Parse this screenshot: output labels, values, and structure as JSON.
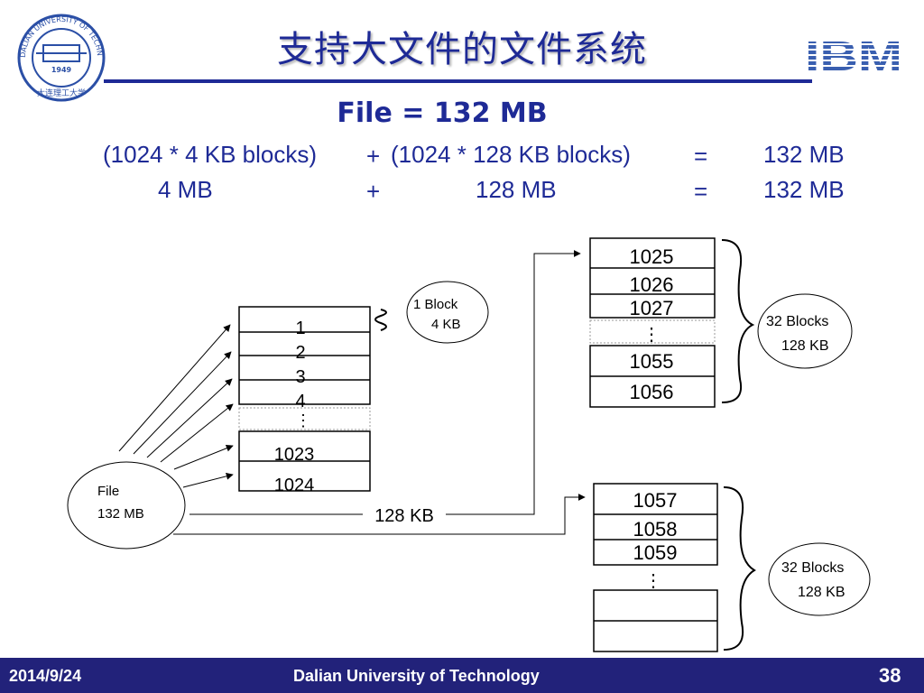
{
  "title": "支持大文件的文件系统",
  "heading": "File = 132 MB",
  "equation": {
    "row1": {
      "left": "(1024 * 4 KB blocks)",
      "op": "+",
      "middle": "(1024 * 128 KB blocks)",
      "eq": "=",
      "result": "132 MB"
    },
    "row2": {
      "left": "4 MB",
      "op": "+",
      "middle": "128 MB",
      "eq": "=",
      "result": "132 MB"
    }
  },
  "logos": {
    "left": {
      "ring_text": "DALIAN UNIVERSITY OF TECHNOLOGY",
      "year": "1949",
      "chinese": "大连理工大学"
    },
    "right": {
      "text": "IBM"
    }
  },
  "diagram": {
    "file": {
      "line1": "File",
      "line2": "132 MB"
    },
    "direct_blocks": [
      "1",
      "2",
      "3",
      "4",
      "1023",
      "1024"
    ],
    "block_note": {
      "line1": "1 Block",
      "line2": "4 KB"
    },
    "pointer_label": "128 KB",
    "group1": {
      "blocks": [
        "1025",
        "1026",
        "1027",
        "1055",
        "1056"
      ],
      "note_line1": "32 Blocks",
      "note_line2": "128 KB"
    },
    "group2": {
      "blocks": [
        "1057",
        "1058",
        "1059"
      ],
      "note_line1": "32 Blocks",
      "note_line2": "128 KB"
    },
    "ellipsis": "⋮"
  },
  "footer": {
    "date": "2014/9/24",
    "institution": "Dalian University of Technology",
    "page": "38"
  },
  "colors": {
    "title": "#1e2a96",
    "footer_bg": "#22227a",
    "ibm_blue": "#3a5fb0",
    "logo_blue": "#2b4fa6"
  }
}
